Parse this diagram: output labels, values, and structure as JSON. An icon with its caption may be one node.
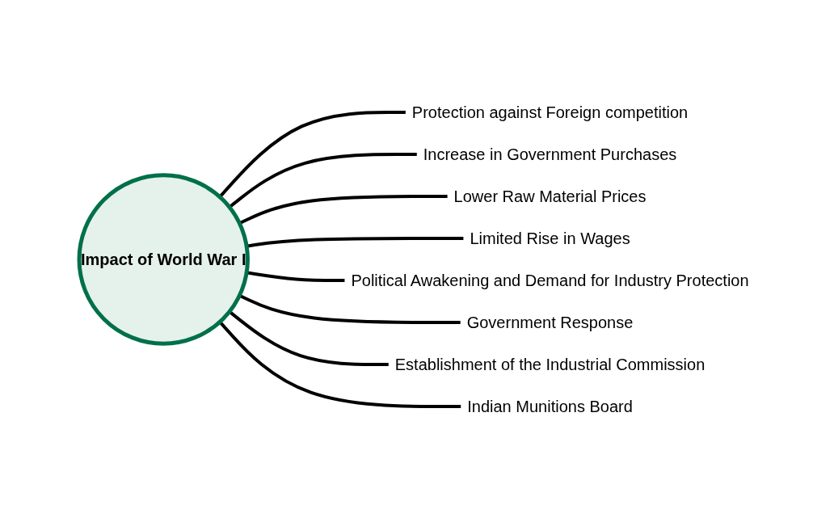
{
  "diagram": {
    "nodes": [
      {
        "text": [
          "Impact of World War I"
        ]
      },
      {
        "text": [
          "Protection against Foreign competition"
        ]
      },
      {
        "text": [
          "Increase in Government Purchases"
        ]
      },
      {
        "text": [
          "Lower Raw Material Prices"
        ]
      },
      {
        "text": [
          "Limited Rise in Wages"
        ]
      },
      {
        "text": [
          "Political Awakening and Demand for Industry Protection"
        ]
      },
      {
        "text": [
          "Government Response"
        ]
      },
      {
        "text": [
          "Establishment of the Industrial Commission"
        ]
      },
      {
        "text": [
          "Indian Munitions Board"
        ]
      }
    ],
    "edges": [
      {
        "from": 0,
        "to": 1,
        "arrow": "none"
      },
      {
        "from": 0,
        "to": 2,
        "arrow": "none"
      },
      {
        "from": 0,
        "to": 3,
        "arrow": "none"
      },
      {
        "from": 0,
        "to": 4,
        "arrow": "none"
      },
      {
        "from": 0,
        "to": 5,
        "arrow": "none"
      },
      {
        "from": 0,
        "to": 6,
        "arrow": "none"
      },
      {
        "from": 0,
        "to": 7,
        "arrow": "none"
      },
      {
        "from": 0,
        "to": 8,
        "arrow": "none"
      }
    ]
  }
}
